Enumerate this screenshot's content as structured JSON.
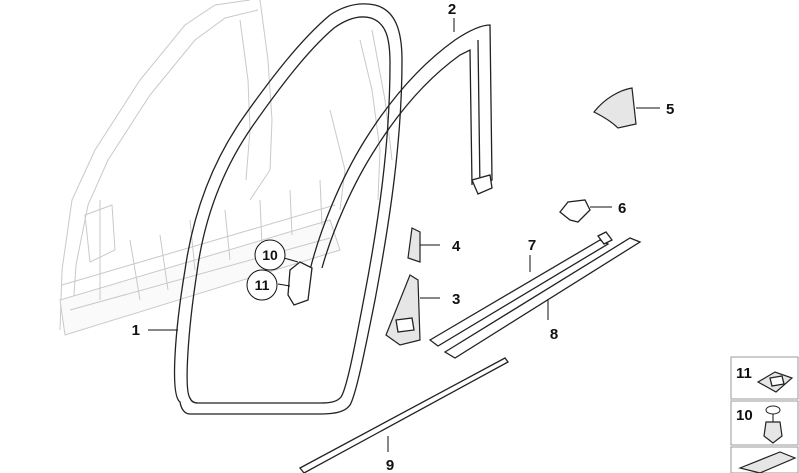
{
  "callouts": [
    {
      "id": "1",
      "label": "1"
    },
    {
      "id": "2",
      "label": "2"
    },
    {
      "id": "3",
      "label": "3"
    },
    {
      "id": "4",
      "label": "4"
    },
    {
      "id": "5",
      "label": "5"
    },
    {
      "id": "6",
      "label": "6"
    },
    {
      "id": "7",
      "label": "7"
    },
    {
      "id": "8",
      "label": "8"
    },
    {
      "id": "9",
      "label": "9"
    }
  ],
  "circled_callouts": [
    {
      "id": "10",
      "label": "10"
    },
    {
      "id": "11",
      "label": "11"
    }
  ],
  "side_boxes": [
    {
      "id": "11",
      "label": "11"
    },
    {
      "id": "10",
      "label": "10"
    }
  ]
}
